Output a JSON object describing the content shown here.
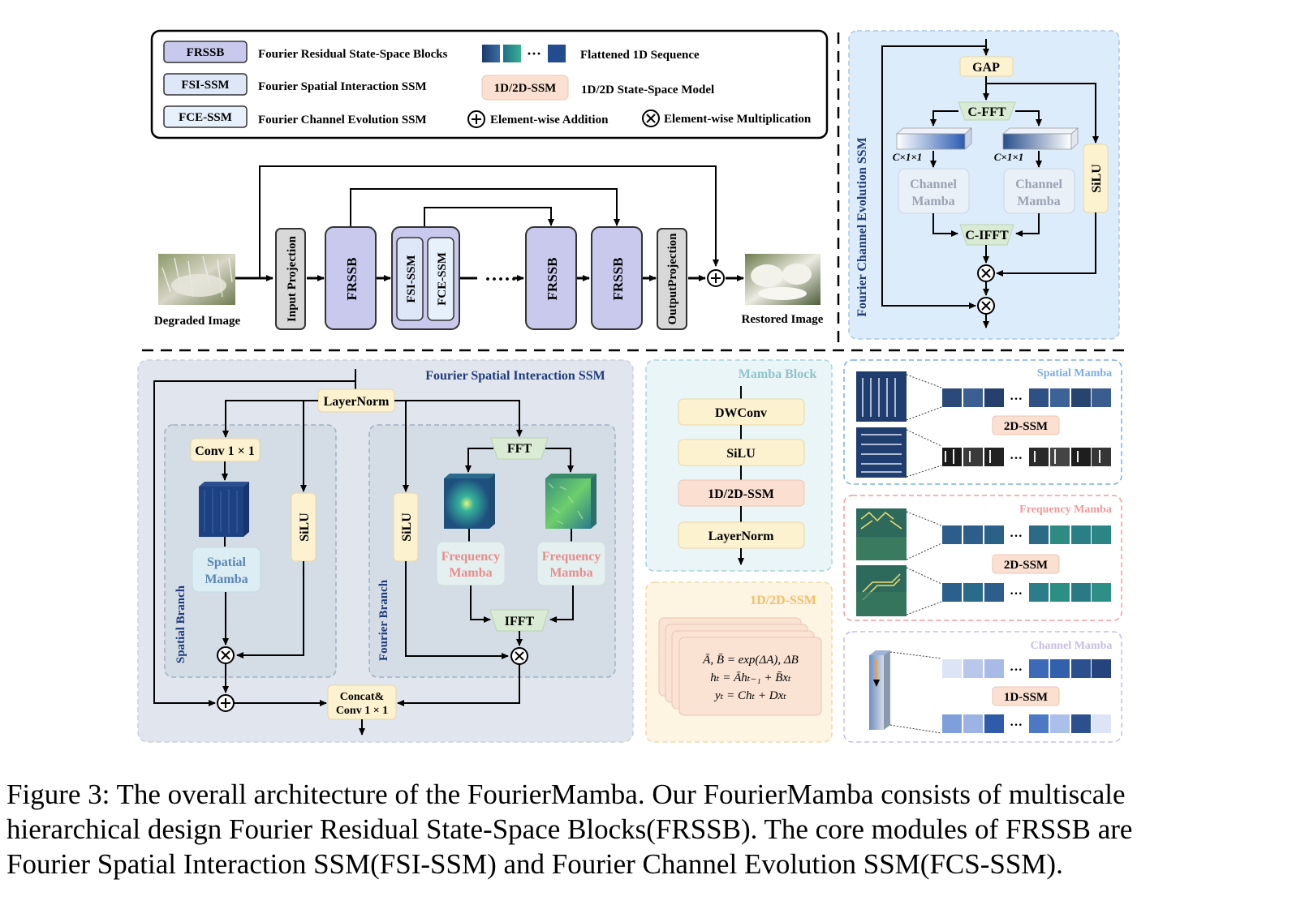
{
  "legend": {
    "frssb_abbr": "FRSSB",
    "frssb_text": "Fourier Residual State-Space Blocks",
    "fsi_abbr": "FSI-SSM",
    "fsi_text": "Fourier Spatial Interaction SSM",
    "fce_abbr": "FCE-SSM",
    "fce_text": "Fourier Channel Evolution SSM",
    "seq_dots": "···",
    "seq_text": "Flattened 1D Sequence",
    "ssm_abbr": "1D/2D-SSM",
    "ssm_text": "1D/2D State-Space Model",
    "add_text": "Element-wise Addition",
    "mul_text": "Element-wise Multiplication"
  },
  "pipeline": {
    "degraded_label": "Degraded Image",
    "restored_label": "Restored Image",
    "input_projection": "Input Projection",
    "frssb": "FRSSB",
    "fsi_ssm": "FSI-SSM",
    "fce_ssm": "FCE-SSM",
    "dots": "·····",
    "output_projection": "OutputProjection"
  },
  "fce_panel": {
    "title": "Fourier Channel Evolution SSM",
    "gap": "GAP",
    "cfft": "C-FFT",
    "cifft": "C-IFFT",
    "silu": "SiLU",
    "dim_label": "C×1×1",
    "channel_mamba": [
      "Channel",
      "Mamba"
    ]
  },
  "fsi_panel": {
    "title": "Fourier Spatial Interaction SSM",
    "layernorm": "LayerNorm",
    "conv": "Conv 1 × 1",
    "silu": "SiLU",
    "spatial_mamba": [
      "Spatial",
      "Mamba"
    ],
    "spatial_branch": "Spatial Branch",
    "fourier_branch": "Fourier  Branch",
    "fft": "FFT",
    "ifft": "IFFT",
    "frequency_mamba": [
      "Frequency",
      "Mamba"
    ],
    "concat": [
      "Concat&",
      "Conv 1 × 1"
    ]
  },
  "mamba_block": {
    "title": "Mamba Block",
    "layers": [
      "DWConv",
      "SiLU",
      "1D/2D-SSM",
      "LayerNorm"
    ]
  },
  "ssm_box": {
    "title": "1D/2D-SSM",
    "eq1": "Ā, B̄ = exp(ΔA), ΔB",
    "eq2": "hₜ = Āhₜ₋₁ + B̄xₜ",
    "eq3": "yₜ = Chₜ + Dxₜ"
  },
  "side_panels": {
    "spatial_title": "Spatial Mamba",
    "frequency_title": "Frequency Mamba",
    "channel_title": "Channel Mamba",
    "ssm2d": "2D-SSM",
    "ssm1d": "1D-SSM",
    "dots": "···"
  },
  "caption": {
    "line1": "Figure 3: The overall architecture of the FourierMamba. Our FourierMamba consists of multiscale",
    "line2": "hierarchical design Fourier Residual State-Space Blocks(FRSSB). The core modules of FRSSB are",
    "line3": "Fourier Spatial Interaction SSM(FSI-SSM) and Fourier Channel Evolution SSM(FCS-SSM)."
  },
  "colors": {
    "frssb_fill": "#c9c9ee",
    "fsi_fill": "#dde7f7",
    "fce_panel_fill": "#dcecfb",
    "fsi_panel_fill": "#e1e6ee",
    "mamba_panel_fill": "#eaf5f7",
    "ssm_panel_fill": "#fdf4e2",
    "yellow_box": "#fdf2cf",
    "orange_box": "#fbe0d2",
    "green_box": "#d9ebd4",
    "spatial_title": "#7aaee0",
    "frequency_title": "#f29a9a",
    "channel_title": "#c7bde3",
    "navy_text": "#1f3b7a"
  }
}
